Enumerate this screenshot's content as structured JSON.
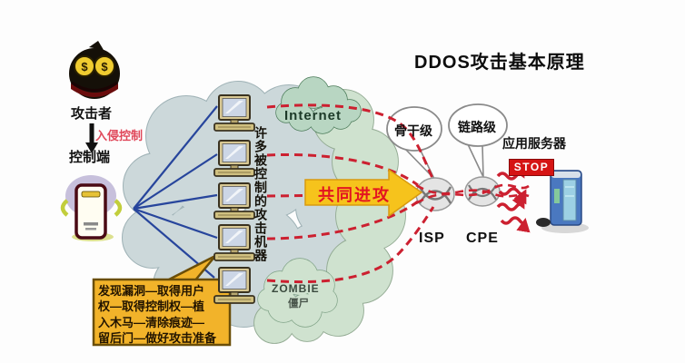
{
  "title": "DDOS攻击基本原理",
  "attacker": {
    "label": "攻击者",
    "arrow_label": "入侵控制",
    "eye_glyph": "$"
  },
  "controller": {
    "label": "控制端"
  },
  "botnet": {
    "vertical_label": "许多被控制的攻击机器",
    "internet_label": "Internet",
    "zombie_label": "ZOMBIE",
    "zombie_sub": "僵尸"
  },
  "attack": {
    "arrow_label": "共同进攻"
  },
  "network": {
    "bubble_backbone": "骨干级",
    "bubble_link": "链路级",
    "isp": "ISP",
    "cpe": "CPE",
    "app_server": "应用服务器",
    "stop": "STOP"
  },
  "callout": {
    "lines": [
      "发现漏洞—取得用户",
      "权—取得控制权—植",
      "入木马—清除痕迹—",
      "留后门—做好攻击准备"
    ]
  },
  "colors": {
    "red_dash": "#cc2030",
    "arrow_yellow": "#f6c31c",
    "callout_bg": "#f2b32a",
    "cloud_left": "#ccd8da",
    "cloud_green": "#cfe2cf",
    "server_blue": "#4a78c0",
    "stop_bg": "#d51414",
    "blue_line": "#27459c"
  }
}
